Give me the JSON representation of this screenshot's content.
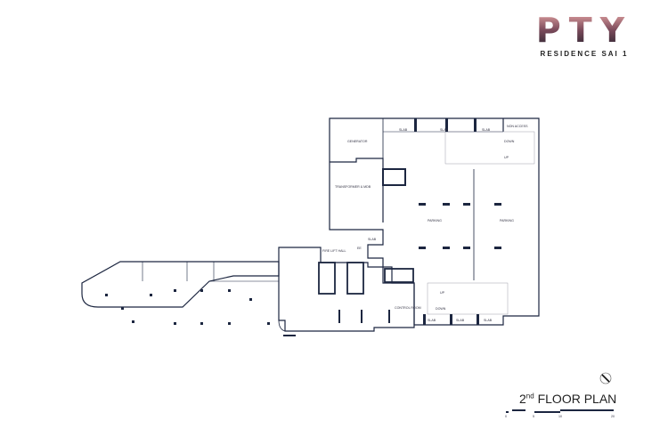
{
  "brand": {
    "logo": "PTY",
    "subtitle": "RESIDENCE SAI 1"
  },
  "plan": {
    "title_ordinal": "2",
    "title_suffix": "nd",
    "title_text": "FLOOR PLAN",
    "rooms": {
      "generator": "GENERATOR",
      "transformer": "TRANSFORMER & MDB",
      "non_access": "NON ACCESS",
      "parking_left": "PARKING",
      "parking_right": "PARKING",
      "fire_lift_hall": "FIRE LIFT HALL",
      "ee": "EE",
      "control_room": "CONTROL ROOM",
      "slab_mid": "SLAB"
    },
    "top_slabs": [
      "SLAB",
      "SLAB",
      "SLAB"
    ],
    "bottom_slabs": [
      "SLAB",
      "SLAB",
      "SLAB"
    ],
    "ramp_top": {
      "down": "DOWN",
      "up": "UP"
    },
    "ramp_bottom": {
      "up": "UP",
      "down": "DOWN"
    },
    "scale_labels": [
      "0",
      "5",
      "10",
      "20"
    ],
    "line_color": "#1c2640"
  }
}
